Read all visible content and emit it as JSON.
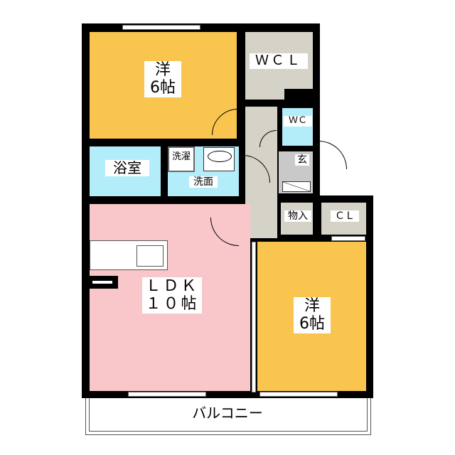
{
  "colors": {
    "western": "#f9c54f",
    "storage": "#d5d2c8",
    "water": "#b3edf9",
    "ldk": "#f9c6c9",
    "entrance": "#c9c9c9"
  },
  "rooms": {
    "bedroom1": {
      "type": "洋",
      "size": "6帖"
    },
    "wcl": "ＷＣＬ",
    "wc": "ＷＣ",
    "bath": "浴室",
    "laundry": "洗濯",
    "washroom": "洗面",
    "entrance": "玄",
    "storage": "物入",
    "closet": "ＣＬ",
    "ldk": {
      "type": "ＬＤＫ",
      "size": "１０帖"
    },
    "bedroom2": {
      "type": "洋",
      "size": "6帖"
    },
    "balcony": "バルコニー"
  }
}
